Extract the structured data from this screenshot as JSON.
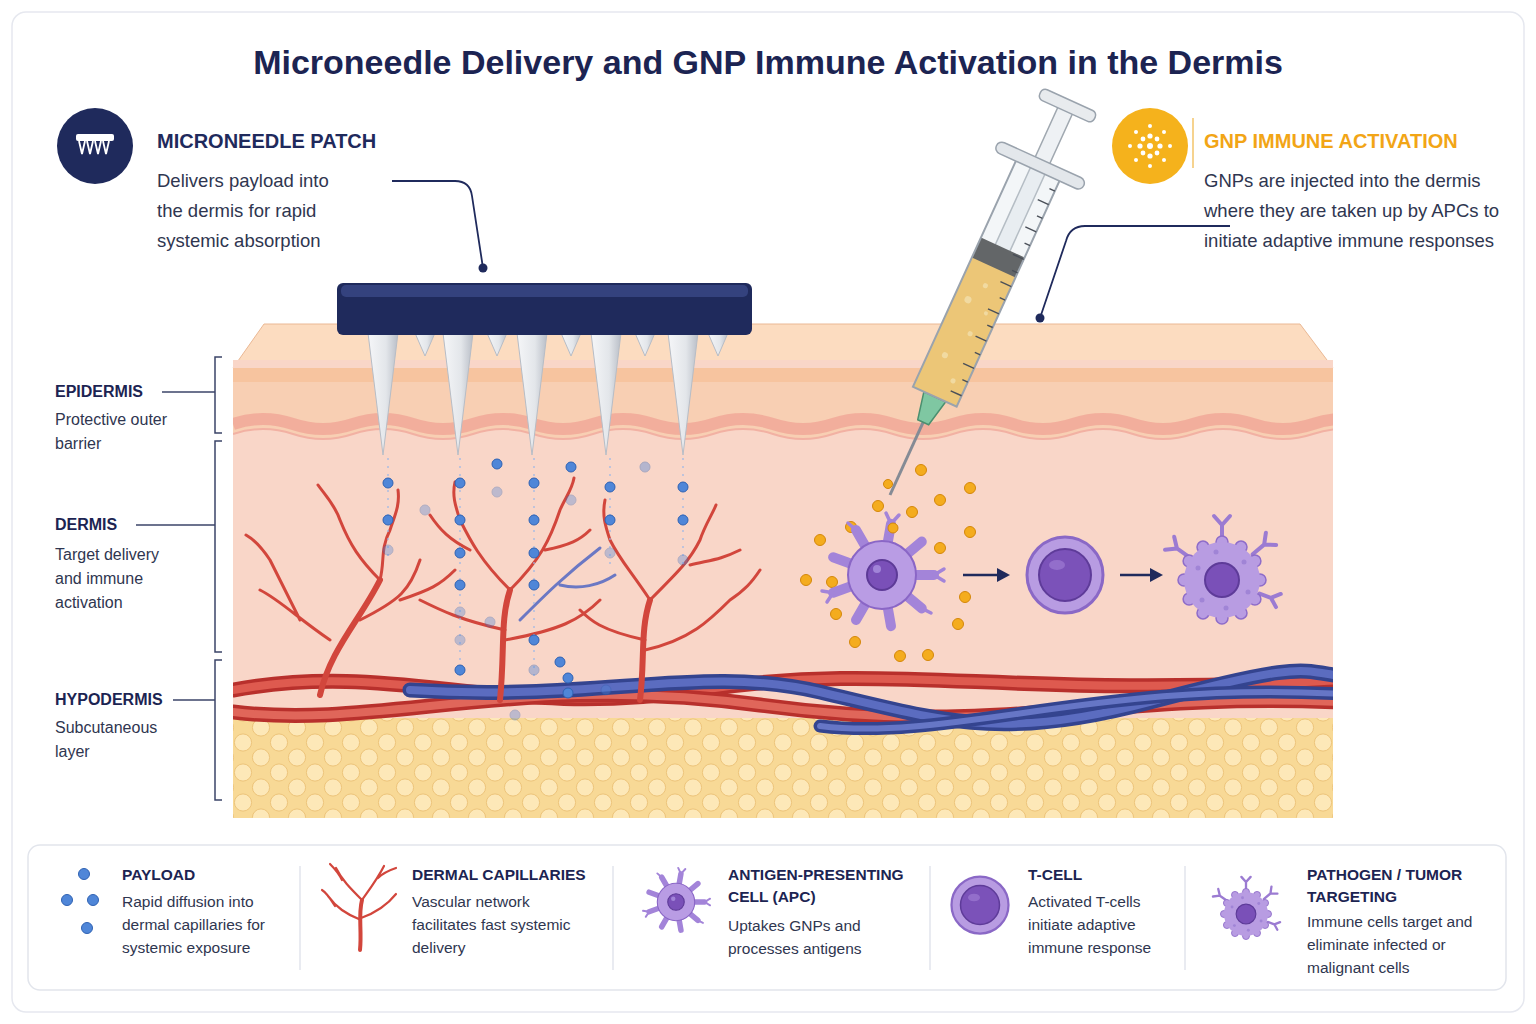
{
  "diagram": {
    "title": "Microneedle Delivery and GNP Immune Activation in the Dermis",
    "labels": [
      "MICRONEEDLE PATCH",
      "Delivers payload into the dermis for rapid systemic absorption",
      "GNP IMMUNE ACTIVATION",
      "GNPs are injected into the dermis where they are taken up by APCs to initiate adaptive immune responses",
      "EPIDERMIS",
      "Protective outer barrier",
      "DERMIS",
      "Target delivery and immune activation",
      "HYPODERMIS",
      "Subcutaneous layer",
      "Rapid diffusion into dermal capillaries for systemic exposure",
      "Vascular network facilitates fast systemic delivery",
      "Uptakes GNPs and processes antigens",
      "Activated T-cells initiate adaptive immune response",
      "Immune cells target and eliminate infected or malignant cells"
    ],
    "legend": [
      {
        "text": "PAYLOAD"
      },
      {
        "text": "DERMAL CAPILLARIES"
      },
      {
        "text": "ANTIGEN-PRESENTING CELL (APC)"
      },
      {
        "text": "T-CELL"
      },
      {
        "text": "PATHOGEN / TUMOR TARGETING"
      }
    ]
  }
}
